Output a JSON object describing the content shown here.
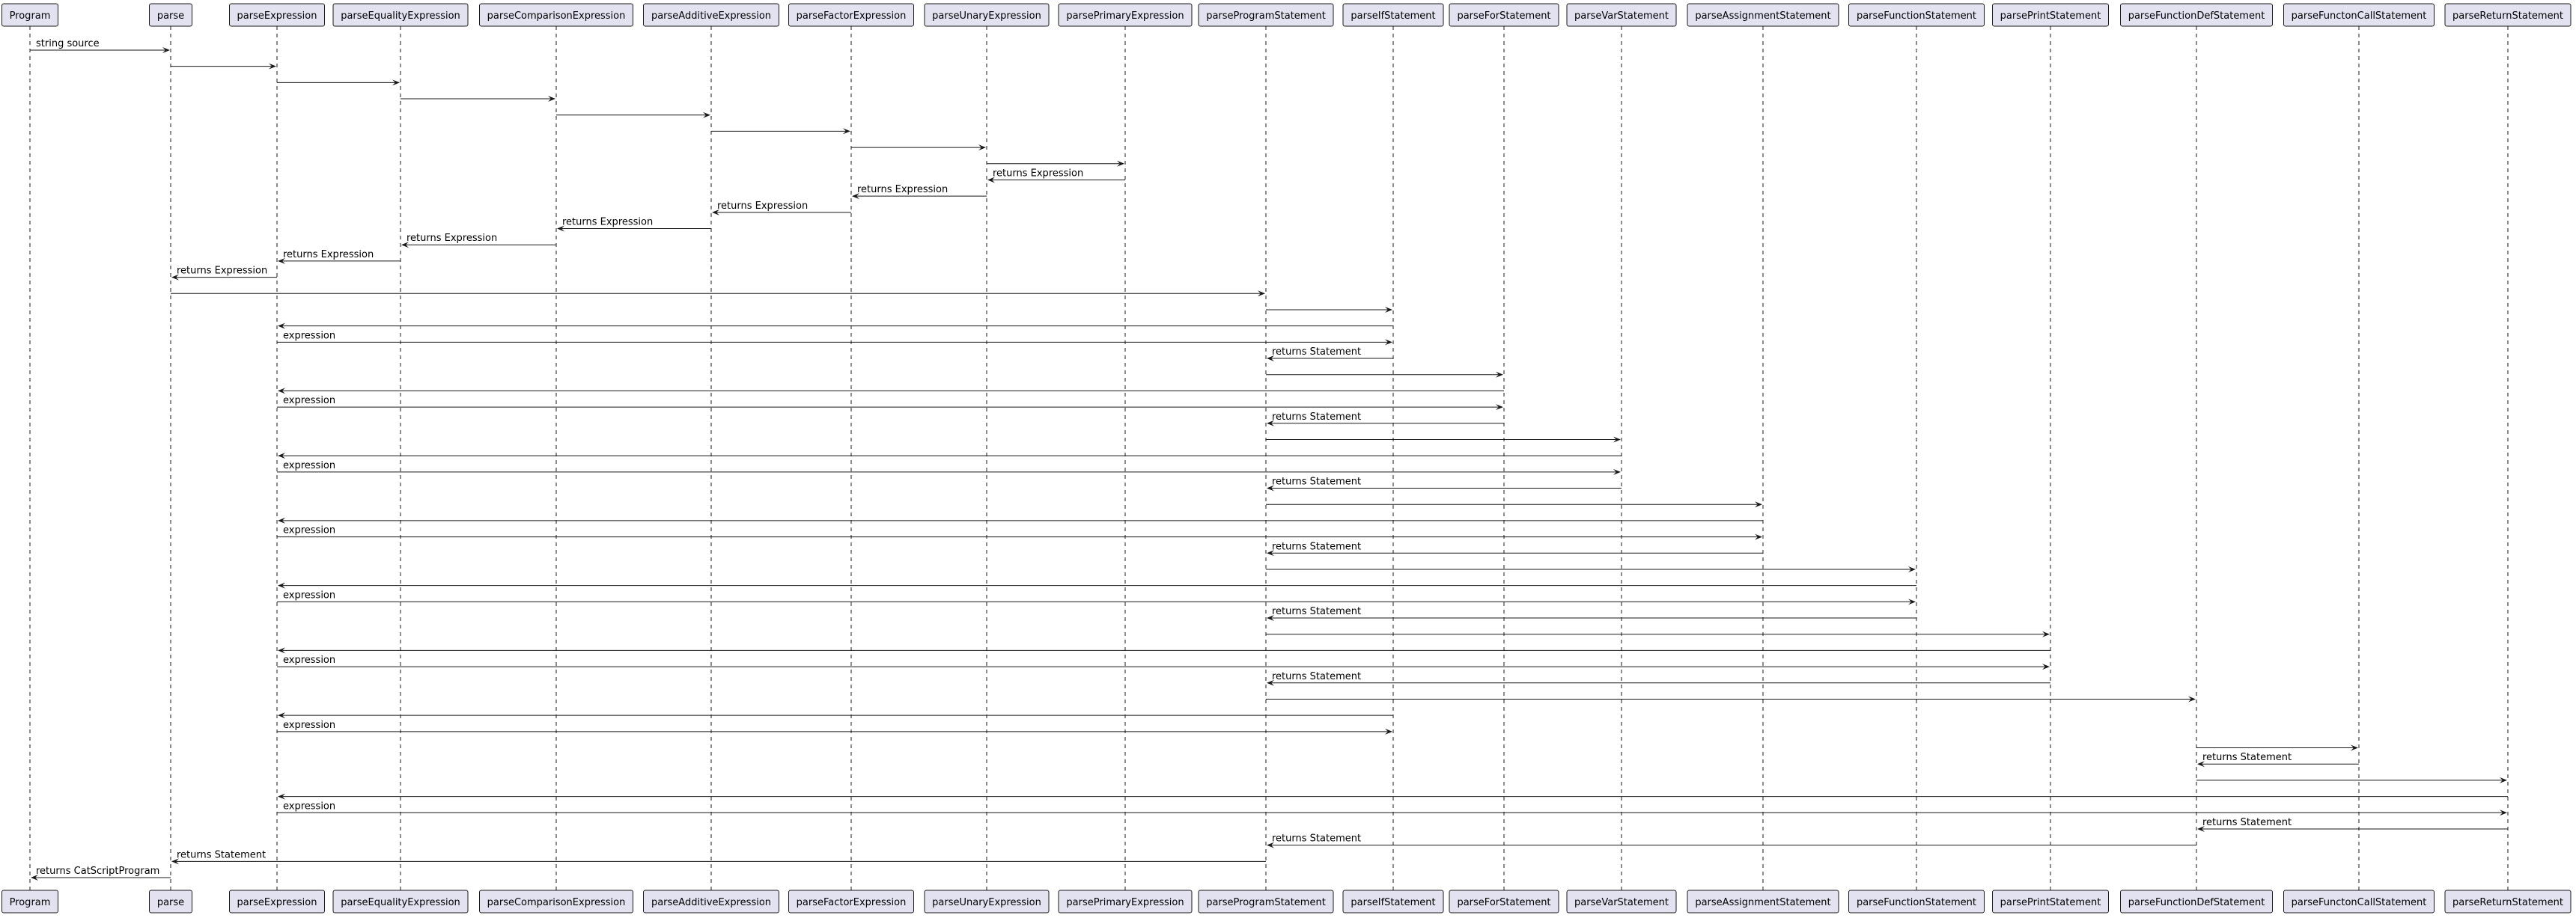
{
  "participants": [
    "Program",
    "parse",
    "parseExpression",
    "parseEqualityExpression",
    "parseComparisonExpression",
    "parseAdditiveExpression",
    "parseFactorExpression",
    "parseUnaryExpression",
    "parsePrimaryExpression",
    "parseProgramStatement",
    "parseIfStatement",
    "parseForStatement",
    "parseVarStatement",
    "parseAssignmentStatement",
    "parseFunctionStatement",
    "parsePrintStatement",
    "parseFunctionDefStatement",
    "parseFunctonCallStatement",
    "parseReturnStatement"
  ],
  "messages": [
    {
      "from": 0,
      "to": 1,
      "label": "string source"
    },
    {
      "from": 1,
      "to": 2,
      "label": ""
    },
    {
      "from": 2,
      "to": 3,
      "label": ""
    },
    {
      "from": 3,
      "to": 4,
      "label": ""
    },
    {
      "from": 4,
      "to": 5,
      "label": ""
    },
    {
      "from": 5,
      "to": 6,
      "label": ""
    },
    {
      "from": 6,
      "to": 7,
      "label": ""
    },
    {
      "from": 7,
      "to": 8,
      "label": ""
    },
    {
      "from": 8,
      "to": 7,
      "label": "returns Expression"
    },
    {
      "from": 7,
      "to": 6,
      "label": "returns Expression"
    },
    {
      "from": 6,
      "to": 5,
      "label": "returns Expression"
    },
    {
      "from": 5,
      "to": 4,
      "label": "returns Expression"
    },
    {
      "from": 4,
      "to": 3,
      "label": "returns Expression"
    },
    {
      "from": 3,
      "to": 2,
      "label": "returns Expression"
    },
    {
      "from": 2,
      "to": 1,
      "label": "returns Expression"
    },
    {
      "from": 1,
      "to": 9,
      "label": ""
    },
    {
      "from": 9,
      "to": 10,
      "label": ""
    },
    {
      "from": 10,
      "to": 2,
      "label": ""
    },
    {
      "from": 2,
      "to": 10,
      "label": "expression"
    },
    {
      "from": 10,
      "to": 9,
      "label": "returns Statement"
    },
    {
      "from": 9,
      "to": 11,
      "label": ""
    },
    {
      "from": 11,
      "to": 2,
      "label": ""
    },
    {
      "from": 2,
      "to": 11,
      "label": "expression"
    },
    {
      "from": 11,
      "to": 9,
      "label": "returns Statement"
    },
    {
      "from": 9,
      "to": 12,
      "label": ""
    },
    {
      "from": 12,
      "to": 2,
      "label": ""
    },
    {
      "from": 2,
      "to": 12,
      "label": "expression"
    },
    {
      "from": 12,
      "to": 9,
      "label": "returns Statement"
    },
    {
      "from": 9,
      "to": 13,
      "label": ""
    },
    {
      "from": 13,
      "to": 2,
      "label": ""
    },
    {
      "from": 2,
      "to": 13,
      "label": "expression"
    },
    {
      "from": 13,
      "to": 9,
      "label": "returns Statement"
    },
    {
      "from": 9,
      "to": 14,
      "label": ""
    },
    {
      "from": 14,
      "to": 2,
      "label": ""
    },
    {
      "from": 2,
      "to": 14,
      "label": "expression"
    },
    {
      "from": 14,
      "to": 9,
      "label": "returns Statement"
    },
    {
      "from": 9,
      "to": 15,
      "label": ""
    },
    {
      "from": 15,
      "to": 2,
      "label": ""
    },
    {
      "from": 2,
      "to": 15,
      "label": "expression"
    },
    {
      "from": 15,
      "to": 9,
      "label": "returns Statement"
    },
    {
      "from": 9,
      "to": 16,
      "label": ""
    },
    {
      "from": 10,
      "to": 2,
      "label": ""
    },
    {
      "from": 2,
      "to": 10,
      "label": "expression"
    },
    {
      "from": 16,
      "to": 17,
      "label": ""
    },
    {
      "from": 17,
      "to": 16,
      "label": "returns Statement"
    },
    {
      "from": 16,
      "to": 18,
      "label": ""
    },
    {
      "from": 18,
      "to": 2,
      "label": ""
    },
    {
      "from": 2,
      "to": 18,
      "label": "expression"
    },
    {
      "from": 18,
      "to": 16,
      "label": "returns Statement"
    },
    {
      "from": 16,
      "to": 9,
      "label": "returns Statement"
    },
    {
      "from": 9,
      "to": 1,
      "label": "returns Statement"
    },
    {
      "from": 1,
      "to": 0,
      "label": "returns CatScriptProgram"
    }
  ]
}
